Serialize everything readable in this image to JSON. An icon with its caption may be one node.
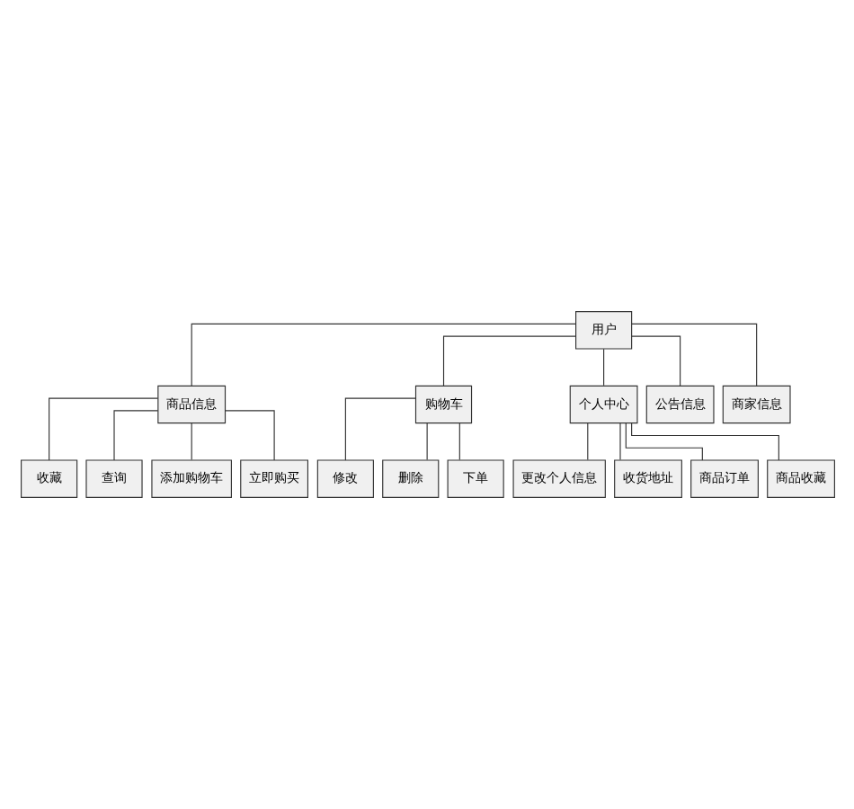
{
  "diagram": {
    "nodes": [
      {
        "text": [
          "用户"
        ]
      },
      {
        "text": [
          "商品信息"
        ]
      },
      {
        "text": [
          "购物车"
        ]
      },
      {
        "text": [
          "个人中心"
        ]
      },
      {
        "text": [
          "公告信息"
        ]
      },
      {
        "text": [
          "商家信息"
        ]
      },
      {
        "text": [
          "收藏"
        ]
      },
      {
        "text": [
          "查询"
        ]
      },
      {
        "text": [
          "添加购物车"
        ]
      },
      {
        "text": [
          "立即购买"
        ]
      },
      {
        "text": [
          "修改"
        ]
      },
      {
        "text": [
          "删除"
        ]
      },
      {
        "text": [
          "下单"
        ]
      },
      {
        "text": [
          "更改个人信息"
        ]
      },
      {
        "text": [
          "收货地址"
        ]
      },
      {
        "text": [
          "商品订单"
        ]
      },
      {
        "text": [
          "商品收藏"
        ]
      }
    ],
    "edges": [
      {
        "from": 0,
        "to": 1,
        "arrow": "none"
      },
      {
        "from": 0,
        "to": 2,
        "arrow": "none"
      },
      {
        "from": 0,
        "to": 3,
        "arrow": "none"
      },
      {
        "from": 0,
        "to": 4,
        "arrow": "none"
      },
      {
        "from": 0,
        "to": 5,
        "arrow": "none"
      },
      {
        "from": 1,
        "to": 6,
        "arrow": "none"
      },
      {
        "from": 1,
        "to": 7,
        "arrow": "none"
      },
      {
        "from": 1,
        "to": 8,
        "arrow": "none"
      },
      {
        "from": 1,
        "to": 9,
        "arrow": "none"
      },
      {
        "from": 2,
        "to": 10,
        "arrow": "none"
      },
      {
        "from": 2,
        "to": 11,
        "arrow": "none"
      },
      {
        "from": 2,
        "to": 12,
        "arrow": "none"
      },
      {
        "from": 3,
        "to": 13,
        "arrow": "none"
      },
      {
        "from": 3,
        "to": 14,
        "arrow": "none"
      },
      {
        "from": 3,
        "to": 15,
        "arrow": "none"
      },
      {
        "from": 3,
        "to": 16,
        "arrow": "none"
      }
    ]
  }
}
